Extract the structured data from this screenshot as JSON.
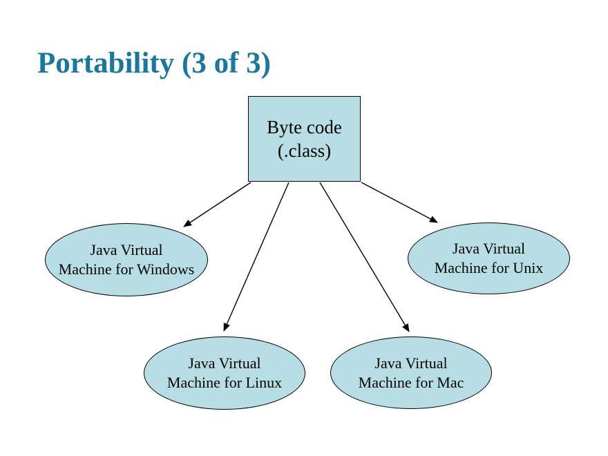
{
  "slide": {
    "title": "Portability (3 of 3)"
  },
  "colors": {
    "background": "#ffffff",
    "title": "#1878a0",
    "node_fill": "#b7dee4",
    "node_border": "#000000",
    "node_text": "#000000",
    "arrow": "#000000"
  },
  "diagram": {
    "root": {
      "id": "byte-code",
      "line1": "Byte code",
      "line2": "(.class)"
    },
    "nodes": [
      {
        "id": "jvm-windows",
        "line1": "Java Virtual",
        "line2": "Machine for Windows"
      },
      {
        "id": "jvm-unix",
        "line1": "Java Virtual",
        "line2": "Machine for Unix"
      },
      {
        "id": "jvm-linux",
        "line1": "Java Virtual",
        "line2": "Machine for Linux"
      },
      {
        "id": "jvm-mac",
        "line1": "Java Virtual",
        "line2": "Machine for Mac"
      }
    ],
    "connections": [
      {
        "from": "byte-code",
        "to": "jvm-windows"
      },
      {
        "from": "byte-code",
        "to": "jvm-linux"
      },
      {
        "from": "byte-code",
        "to": "jvm-mac"
      },
      {
        "from": "byte-code",
        "to": "jvm-unix"
      }
    ]
  }
}
